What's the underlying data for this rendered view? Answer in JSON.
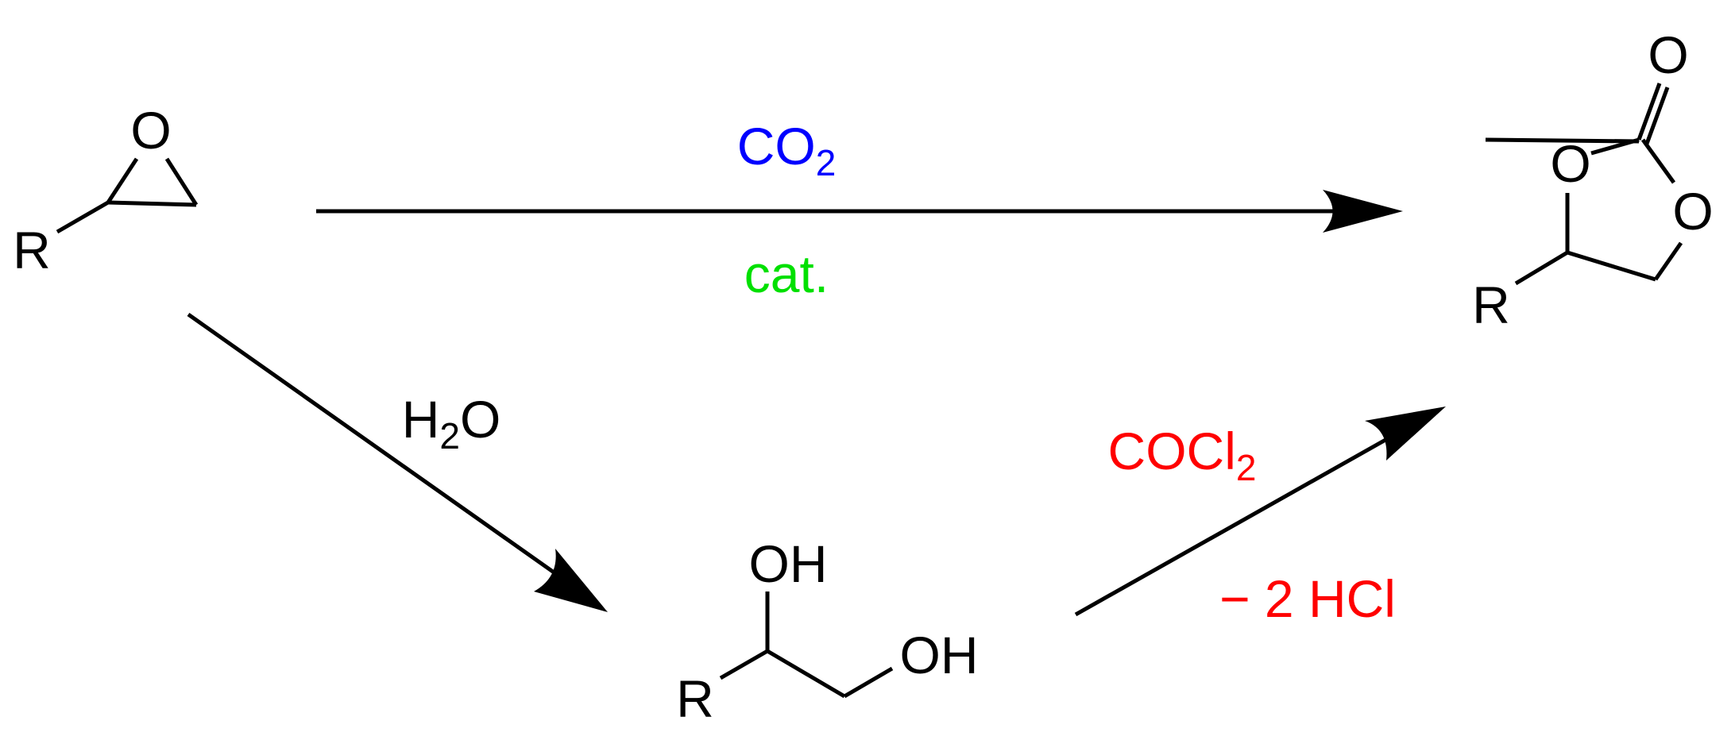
{
  "reactant_epoxide": {
    "substituent": "R",
    "oxygen": "O"
  },
  "product_carbonate": {
    "substituent": "R",
    "ring_oxygen_1": "O",
    "ring_oxygen_2": "O",
    "carbonyl_oxygen": "O"
  },
  "intermediate_diol": {
    "substituent": "R",
    "hydroxyl_1": "OH",
    "hydroxyl_2": "OH"
  },
  "route_direct": {
    "reagent_main": "CO",
    "reagent_sub": "2",
    "condition": "cat.",
    "reagent_color": "#0000ff",
    "condition_color": "#00e000"
  },
  "route_hydrolysis": {
    "reagent_pre": "H",
    "reagent_sub": "2",
    "reagent_post": "O",
    "reagent_color": "#000000"
  },
  "route_phosgene": {
    "reagent_main": "COCl",
    "reagent_sub": "2",
    "byproduct": "− 2 HCl",
    "reagent_color": "#ff0000"
  }
}
